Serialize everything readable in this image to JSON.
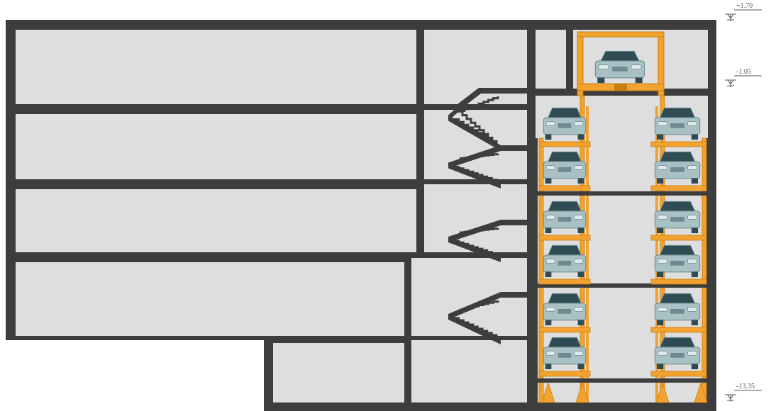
{
  "levels": [
    {
      "label": "+1.70"
    },
    {
      "label": "-1.05"
    },
    {
      "label": "-13.35"
    }
  ],
  "colors": {
    "wall": "#3d3d3d",
    "room": "#dedede",
    "steel": "#f2a22e",
    "steel_dark": "#c97e12",
    "car_body": "#a9c0c4",
    "car_shade": "#6d8a90",
    "car_glass": "#2f4c55"
  },
  "icons": {
    "level_marker": "level-datum-icon",
    "car": "car-icon"
  },
  "floors": 4,
  "stairs": 4,
  "parked_cars": 12
}
